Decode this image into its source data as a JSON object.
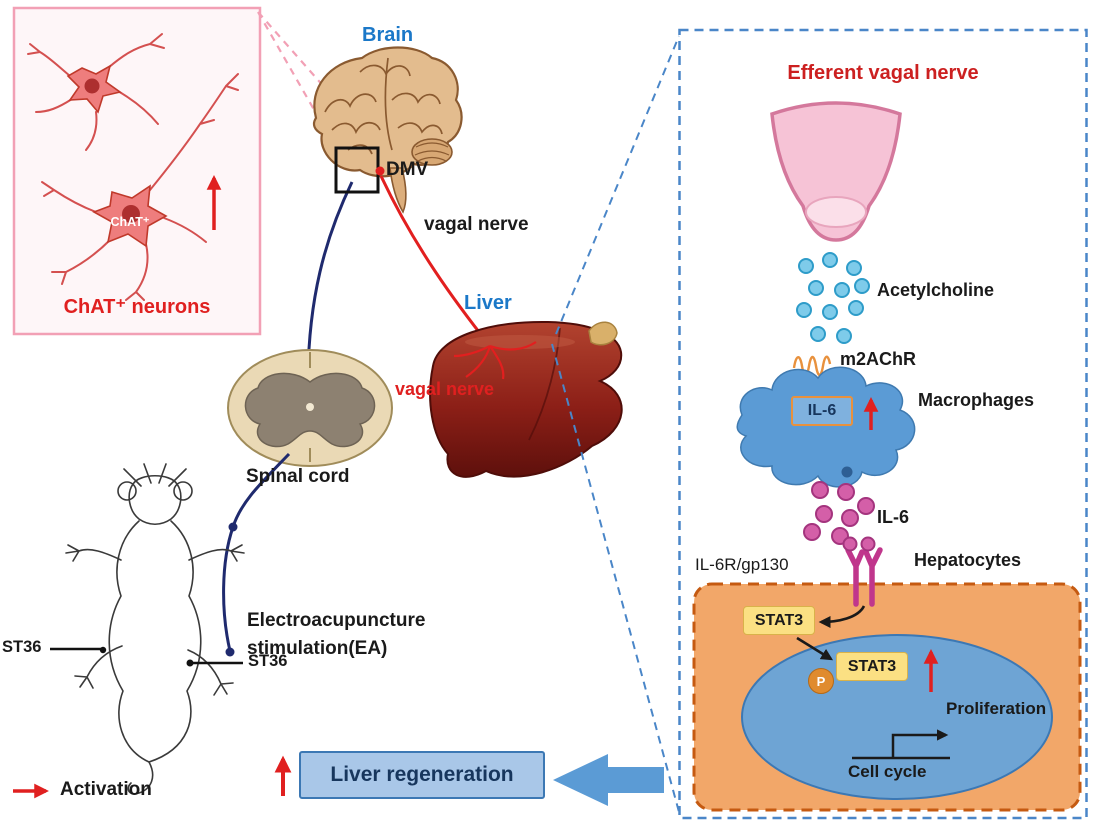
{
  "figure": {
    "left": {
      "chat_box": {
        "neuron_tag": "ChAT⁺",
        "caption": "ChAT⁺ neurons"
      },
      "brain_label": "Brain",
      "dmv_label": "DMV",
      "vagal_nerve_brain_label": "vagal nerve",
      "liver_label": "Liver",
      "vagal_nerve_liver_label": "vagal nerve",
      "spinal_cord_label": "Spinal cord",
      "ea_line1": "Electroacupuncture",
      "ea_line2": "stimulation(EA)",
      "st36_left": "ST36",
      "st36_right": "ST36",
      "legend_activation": "Activation",
      "liver_regeneration": "Liver regeneration"
    },
    "right": {
      "title": "Efferent vagal nerve",
      "acetylcholine": "Acetylcholine",
      "m2achr": "m2AChR",
      "macrophages": "Macrophages",
      "il6_box": "IL-6",
      "il6": "IL-6",
      "il6r_gp130": "IL-6R/gp130",
      "hepatocytes": "Hepatocytes",
      "stat3_cytoplasm": "STAT3",
      "stat3_nucleus": "STAT3",
      "phospho": "P",
      "proliferation": "Proliferation",
      "cell_cycle": "Cell cycle"
    },
    "colors": {
      "accent_blue": "#2e75b6",
      "accent_red": "#e02020",
      "navy_text": "#17365d",
      "hepatocyte_orange": "#f2a769",
      "nucleus_blue": "#6ea4d4",
      "stat3_yellow": "#fbe083"
    }
  }
}
